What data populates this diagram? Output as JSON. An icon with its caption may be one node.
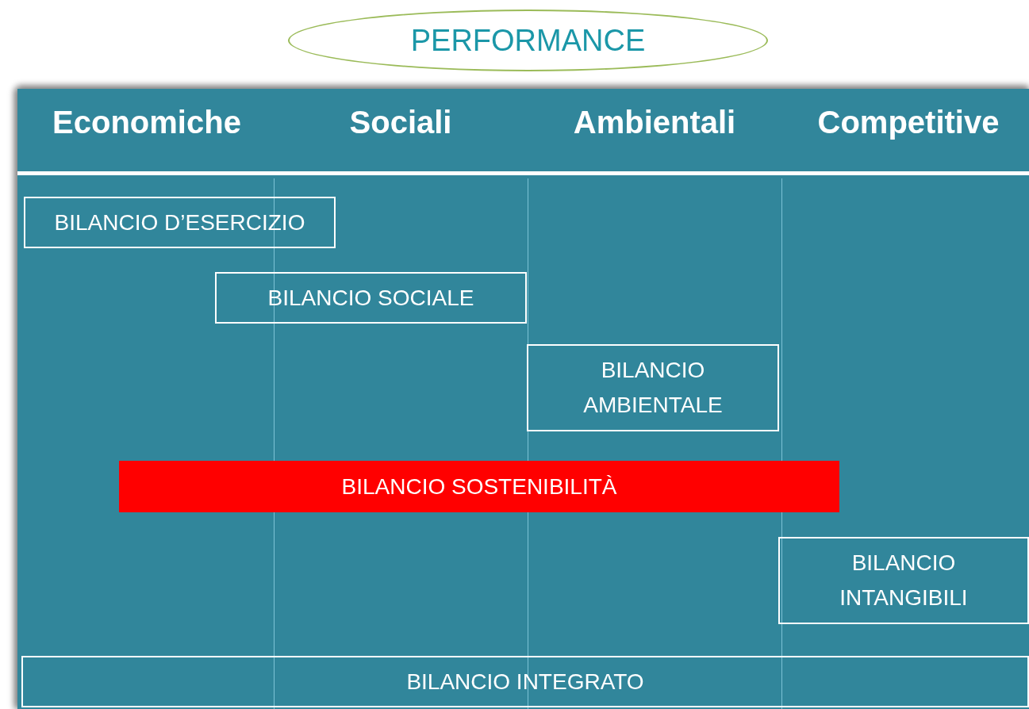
{
  "diagram": {
    "nodes": [
      {
        "text": [
          "PERFORMANCE"
        ]
      },
      {
        "text": [
          "BILANCIO D’ESERCIZIO"
        ]
      },
      {
        "text": [
          "BILANCIO SOCIALE"
        ]
      },
      {
        "text": [
          "BILANCIO AMBIENTALE"
        ]
      },
      {
        "text": [
          "BILANCIO SOSTENIBILITÀ"
        ]
      },
      {
        "text": [
          "BILANCIO INTANGIBILI"
        ]
      },
      {
        "text": [
          "BILANCIO INTEGRATO"
        ]
      }
    ],
    "edges": [],
    "labels": [
      "Economiche",
      "Sociali",
      "Ambientali",
      "Competitive"
    ]
  }
}
